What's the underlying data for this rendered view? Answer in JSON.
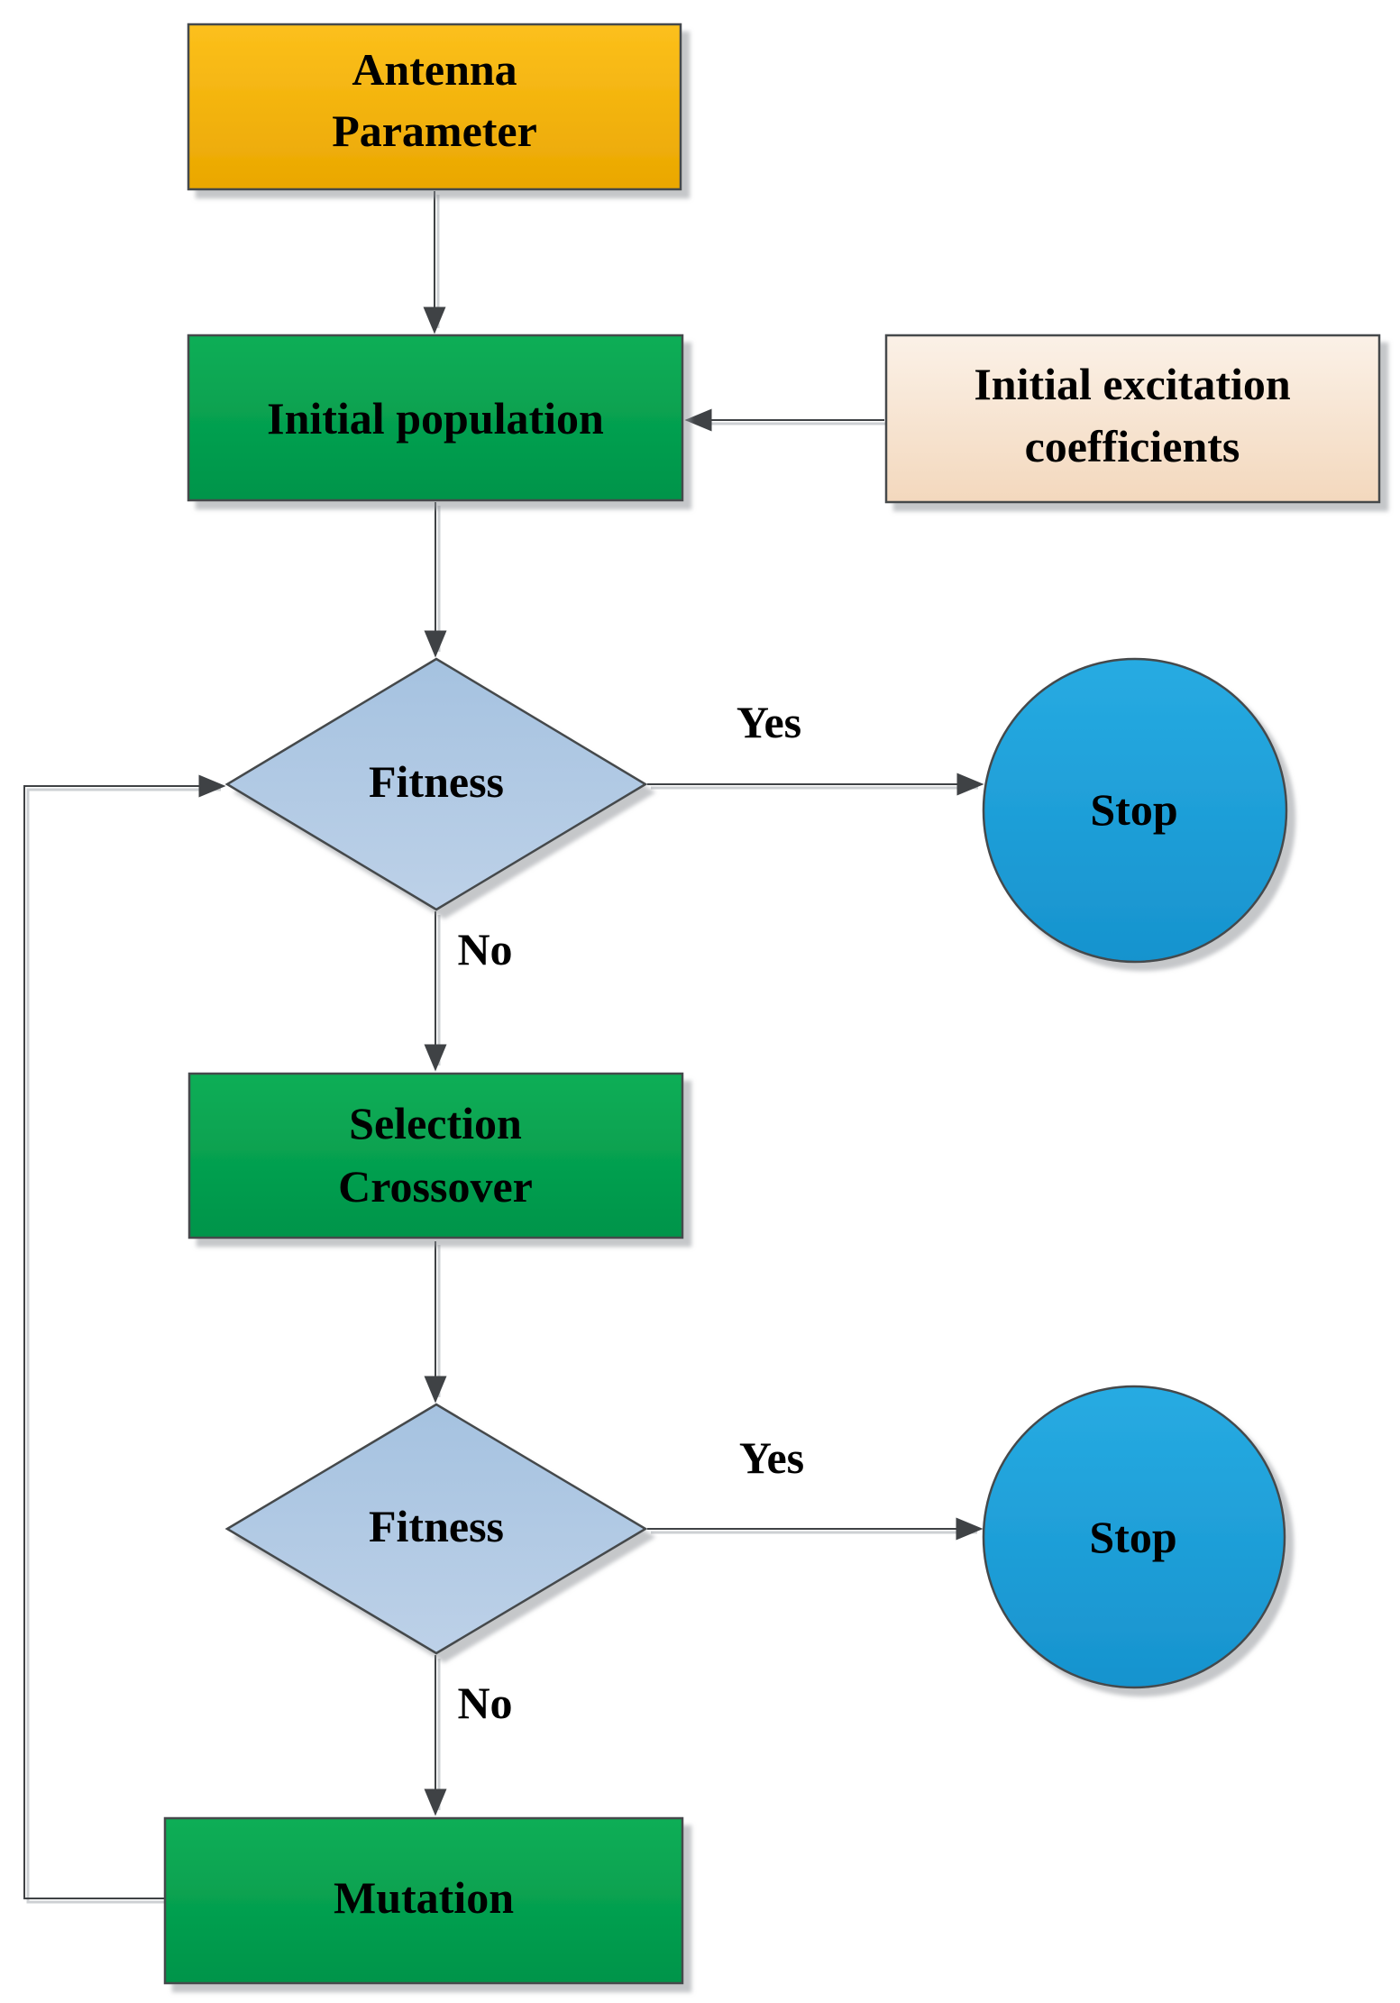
{
  "nodes": {
    "antenna_parameter": {
      "line1": "Antenna",
      "line2": "Parameter"
    },
    "initial_population": {
      "label": "Initial population"
    },
    "initial_excitation": {
      "line1": "Initial excitation",
      "line2": "coefficients"
    },
    "fitness_1": {
      "label": "Fitness"
    },
    "stop_1": {
      "label": "Stop"
    },
    "selection_crossover": {
      "line1": "Selection",
      "line2": "Crossover"
    },
    "fitness_2": {
      "label": "Fitness"
    },
    "stop_2": {
      "label": "Stop"
    },
    "mutation": {
      "label": "Mutation"
    }
  },
  "edges": {
    "fitness1_yes": "Yes",
    "fitness1_no": "No",
    "fitness2_yes": "Yes",
    "fitness2_no": "No"
  },
  "colors": {
    "gold_top": "#fcc01c",
    "gold_bottom": "#eaa701",
    "green_top": "#0dae56",
    "green_bottom": "#00944a",
    "cream_top": "#fbf1e7",
    "cream_bottom": "#f3d8bd",
    "diamond_top": "#a5c2e0",
    "diamond_bottom": "#bdd1e8",
    "circle_top": "#27abe2",
    "circle_bottom": "#1793ce",
    "connector": "#3f4245",
    "label_text": "#000000"
  }
}
